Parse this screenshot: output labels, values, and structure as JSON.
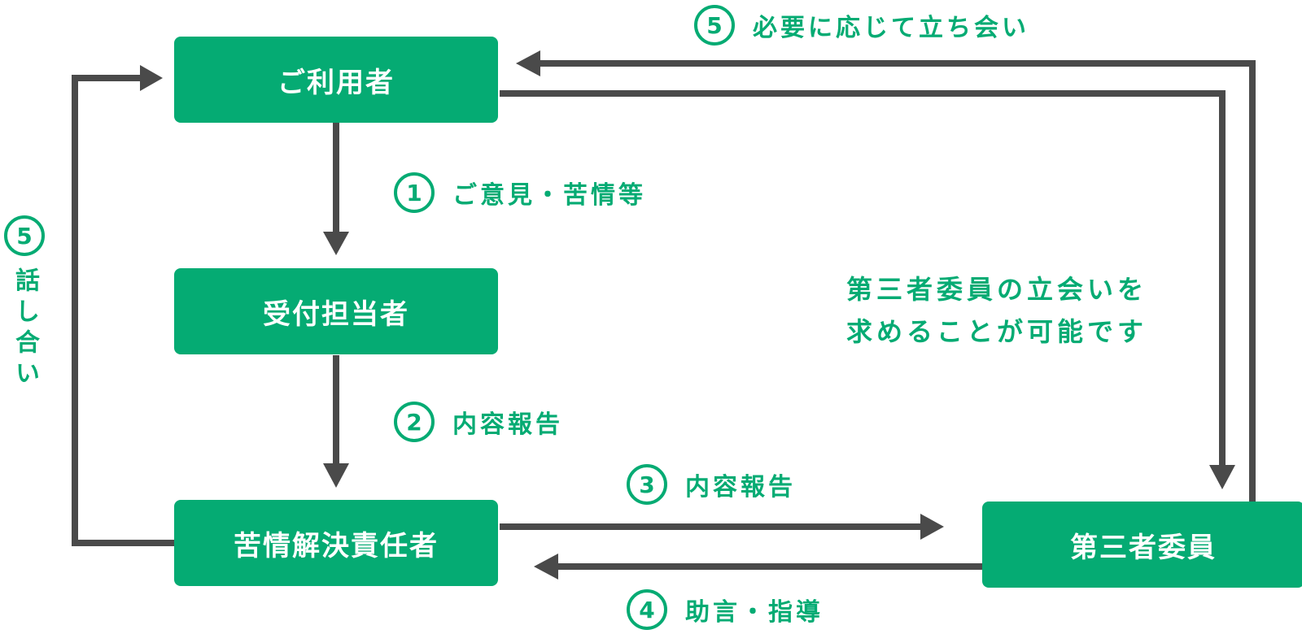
{
  "colors": {
    "accent": "#05ab73",
    "arrow": "#4a4a4a",
    "box_text": "#ffffff"
  },
  "nodes": {
    "user": "ご利用者",
    "receptionist": "受付担当者",
    "resolver": "苦情解決責任者",
    "third_party": "第三者委員"
  },
  "steps": {
    "step1": {
      "num": "1",
      "text": "ご意見・苦情等"
    },
    "step2": {
      "num": "2",
      "text": "内容報告"
    },
    "step3": {
      "num": "3",
      "text": "内容報告"
    },
    "step4": {
      "num": "4",
      "text": "助言・指導"
    },
    "step5_top": {
      "num": "5",
      "text": "必要に応じて立ち会い"
    },
    "step5_left": {
      "num": "5",
      "text": "話し合い"
    }
  },
  "note": {
    "line1": "第三者委員の立会いを",
    "line2": "求めることが可能です"
  }
}
